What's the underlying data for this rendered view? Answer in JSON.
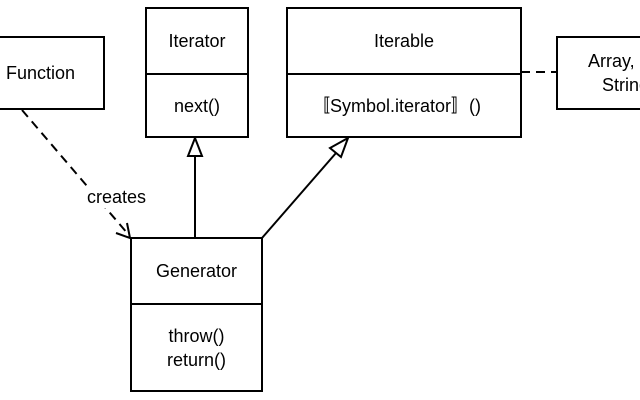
{
  "function_box": {
    "name": "Function"
  },
  "iterator_box": {
    "name": "Iterator",
    "methods": [
      "next()"
    ]
  },
  "iterable_box": {
    "name": "Iterable",
    "methods": [
      "〚Symbol.iterator〛()"
    ]
  },
  "array_box": {
    "lines": [
      "Array,",
      "String"
    ]
  },
  "generator_box": {
    "name": "Generator",
    "methods": [
      "throw()",
      "return()"
    ]
  },
  "edges": {
    "creates_label": "creates"
  }
}
